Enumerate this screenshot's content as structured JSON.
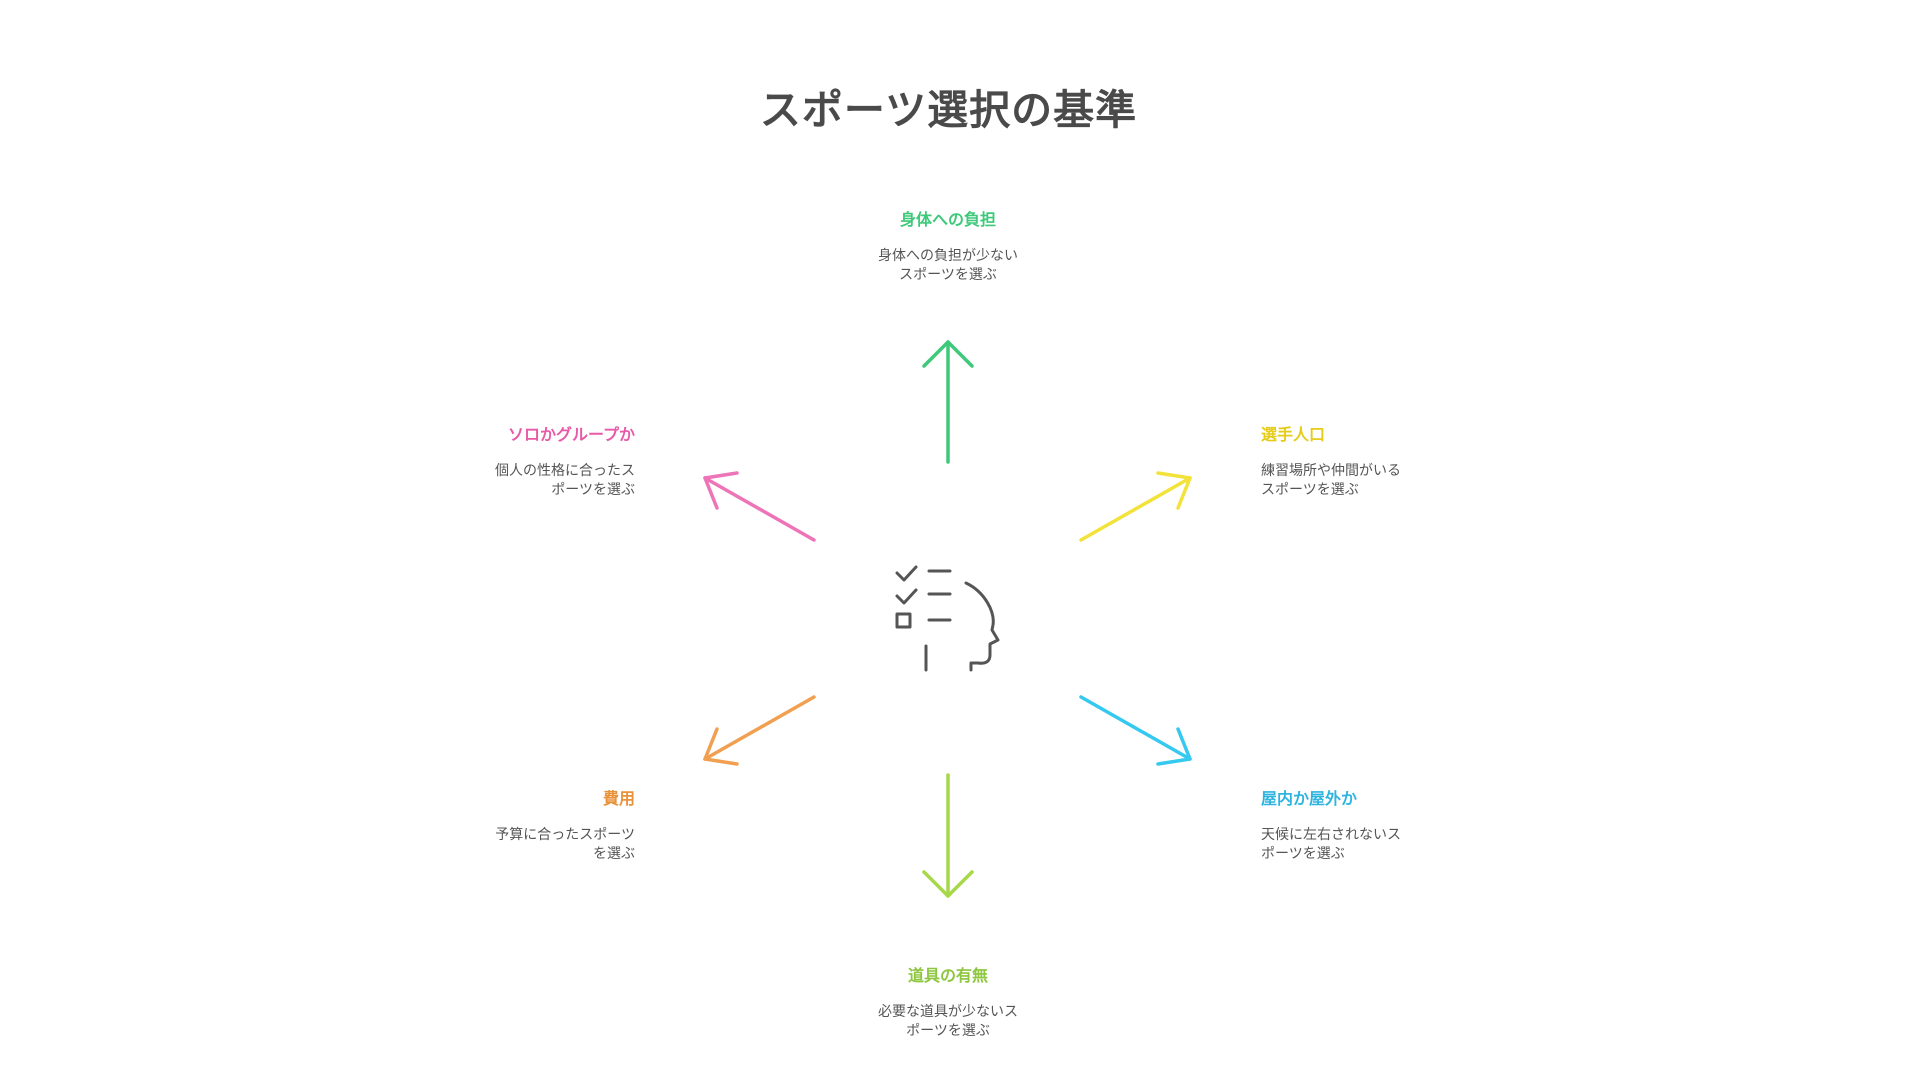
{
  "title": "スポーツ選択の基準",
  "center_icon": "checklist-head-icon",
  "nodes": [
    {
      "key": "body",
      "label": "身体への負担",
      "description": "身体への負担が少ない\nスポーツを選ぶ",
      "color": "#3ec97a",
      "arrow_icon": "arrow-up-icon"
    },
    {
      "key": "players",
      "label": "選手人口",
      "description": "練習場所や仲間がいる\nスポーツを選ぶ",
      "color": "#e6cc1a",
      "arrow_icon": "arrow-up-right-icon"
    },
    {
      "key": "indoor",
      "label": "屋内か屋外か",
      "description": "天候に左右されないス\nポーツを選ぶ",
      "color": "#2fb4e0",
      "arrow_icon": "arrow-down-right-icon"
    },
    {
      "key": "equipment",
      "label": "道具の有無",
      "description": "必要な道具が少ないス\nポーツを選ぶ",
      "color": "#8dc63f",
      "arrow_icon": "arrow-down-icon"
    },
    {
      "key": "cost",
      "label": "費用",
      "description": "予算に合ったスポーツ\nを選ぶ",
      "color": "#e8923a",
      "arrow_icon": "arrow-down-left-icon"
    },
    {
      "key": "solo",
      "label": "ソロかグループか",
      "description": "個人の性格に合ったス\nポーツを選ぶ",
      "color": "#e85aa8",
      "arrow_icon": "arrow-up-left-icon"
    }
  ]
}
